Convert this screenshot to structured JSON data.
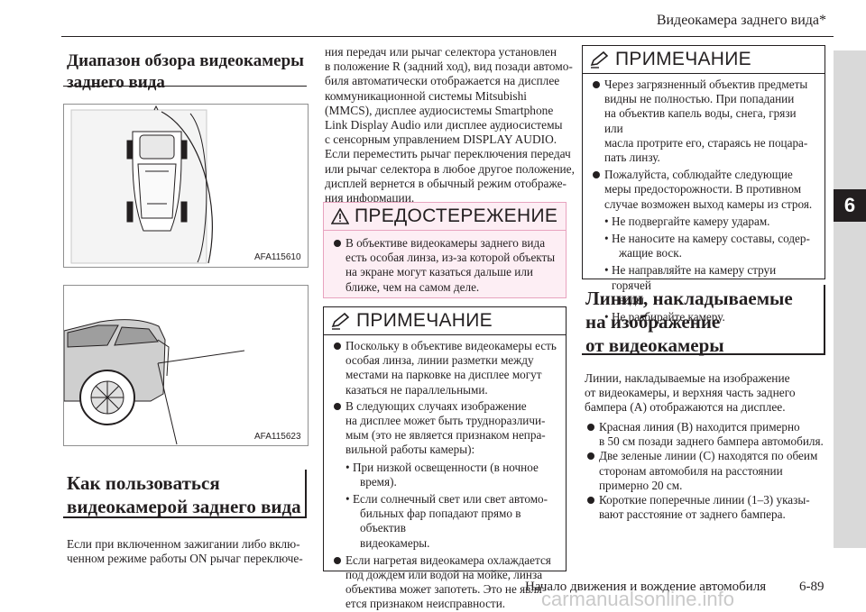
{
  "header": {
    "running_title": "Видеокамера заднего вида*"
  },
  "side_tab": {
    "chapter": "6"
  },
  "left": {
    "section1_title": [
      "Диапазон обзора видеокамеры",
      "заднего вида"
    ],
    "fig1_code": "AFA115610",
    "fig2_code": "AFA115623",
    "section2_title": [
      "Как пользоваться",
      "видеокамерой заднего вида"
    ],
    "intro": [
      "Если при включенном зажигании либо вклю-",
      "ченном режиме работы ON рычаг переключе-"
    ]
  },
  "middle": {
    "continuation": [
      "ния передач или рычаг селектора установлен",
      "в положение R (задний ход), вид позади автомо-",
      "биля автоматически отображается на дисплее",
      "коммуникационной системы Mitsubishi",
      "(MMCS), дисплее аудиосистемы Smartphone",
      "Link Display Audio или дисплее аудиосистемы",
      "с сенсорным управлением DISPLAY AUDIO.",
      "Если переместить рычаг переключения передач",
      "или рычаг селектора в любое другое положение,",
      "дисплей вернется в обычный режим отображе-",
      "ния информации."
    ],
    "caution": {
      "title": "ПРЕДОСТЕРЕЖЕНИЕ",
      "items": [
        [
          "В объективе видеокамеры заднего вида",
          "есть особая линза, из-за которой объекты",
          "на экране могут казаться дальше или",
          "ближе, чем на самом деле."
        ]
      ]
    },
    "note": {
      "title": "ПРИМЕЧАНИЕ",
      "item1": [
        "Поскольку в объективе видеокамеры есть",
        "особая линза, линии разметки между",
        "местами на парковке на дисплее могут",
        "казаться не параллельными."
      ],
      "item2": [
        "В следующих случаях изображение",
        "на дисплее может быть трудноразличи-",
        "мым (это не является признаком непра-",
        "вильной работы камеры):"
      ],
      "sub": [
        [
          "При низкой освещенности (в ночное",
          "время)."
        ],
        [
          "Если солнечный свет или свет автомо-",
          "бильных фар попадают прямо в объектив",
          "видеокамеры."
        ]
      ],
      "item3": [
        "Если нагретая видеокамера охлаждается",
        "под дождем или водой на мойке, линза",
        "объектива может запотеть. Это не явля-",
        "ется признаком неисправности."
      ]
    }
  },
  "right": {
    "note": {
      "title": "ПРИМЕЧАНИЕ",
      "item1": [
        "Через загрязненный объектив предметы",
        "видны не полностью. При попадании",
        "на объектив капель воды, снега, грязи или",
        "масла протрите его, стараясь не поцара-",
        "пать линзу."
      ],
      "item2": [
        "Пожалуйста, соблюдайте следующие",
        "меры предосторожности. В противном",
        "случае возможен выход камеры из строя."
      ],
      "sub": [
        [
          "Не подвергайте камеру ударам."
        ],
        [
          "Не наносите на камеру составы, содер-",
          "жащие воск."
        ],
        [
          "Не направляйте на камеру струи горячей",
          "воды."
        ],
        [
          "Не разбирайте камеру."
        ]
      ]
    },
    "section_title": [
      "Линии, накладываемые",
      "на изображение",
      "от видеокамеры"
    ],
    "intro": [
      "Линии, накладываемые на изображение",
      "от видеокамеры, и верхняя часть заднего",
      "бампера (A) отображаются на дисплее."
    ],
    "bullets": [
      [
        "Красная линия (B) находится примерно",
        "в 50 см позади заднего бампера автомобиля."
      ],
      [
        "Две зеленые линии (C) находятся по обеим",
        "сторонам автомобиля на расстоянии",
        "примерно 20 см."
      ],
      [
        "Короткие поперечные линии (1–3) указы-",
        "вают расстояние от заднего бампера."
      ]
    ]
  },
  "footer": {
    "chapter": "Начало движения и вождение автомобиля",
    "page": "6-89",
    "watermark": "carmanualsonline.info"
  }
}
